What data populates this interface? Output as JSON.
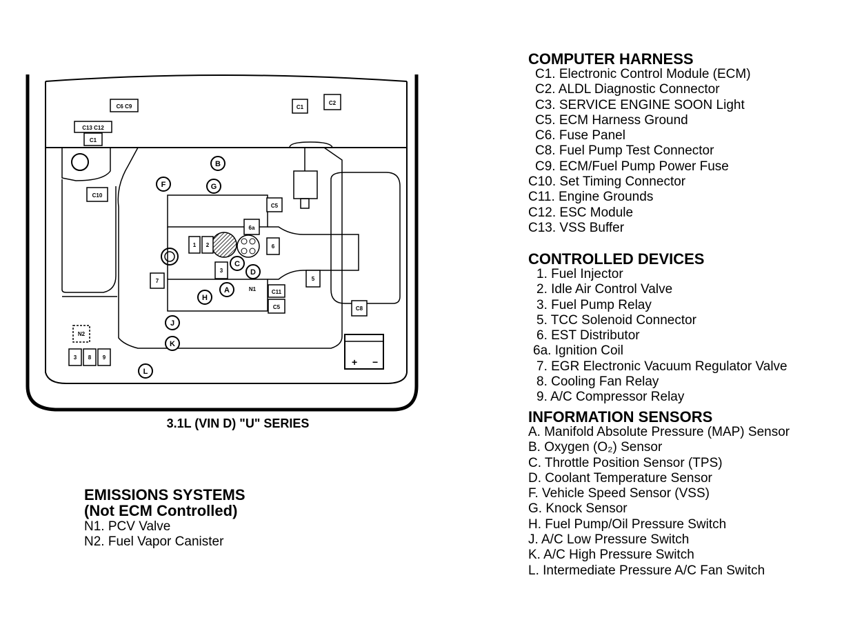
{
  "diagram": {
    "caption": "3.1L (VIN D) \"U\" SERIES",
    "box_labels": {
      "c6c9": "C6 C9",
      "c1_top": "C1",
      "c2": "C2",
      "c13c12": "C13 C12",
      "c1_left": "C1",
      "c10": "C10",
      "c5_top": "C5",
      "6a": "6a",
      "1": "1",
      "2": "2",
      "6": "6",
      "3_center": "3",
      "7": "7",
      "5": "5",
      "n1": "N1",
      "c11": "C11",
      "c5_bottom": "C5",
      "c8": "C8",
      "n2": "N2",
      "3": "3",
      "8": "8",
      "9": "9"
    },
    "circle_labels": {
      "B": "B",
      "F": "F",
      "G": "G",
      "C": "C",
      "D": "D",
      "A": "A",
      "H": "H",
      "J": "J",
      "K": "K",
      "L": "L"
    },
    "battery_plus": "+",
    "battery_minus": "−"
  },
  "computer_harness": {
    "heading": "COMPUTER HARNESS",
    "items": [
      "C1. Electronic Control Module (ECM)",
      "C2. ALDL Diagnostic Connector",
      "C3. SERVICE ENGINE SOON Light",
      "C5. ECM Harness Ground",
      "C6. Fuse Panel",
      "C8. Fuel Pump Test Connector",
      "C9. ECM/Fuel Pump Power Fuse",
      "C10. Set Timing Connector",
      "C11. Engine Grounds",
      "C12. ESC Module",
      "C13. VSS Buffer"
    ]
  },
  "controlled_devices": {
    "heading": "CONTROLLED DEVICES",
    "items": [
      "1. Fuel Injector",
      "2. Idle Air Control Valve",
      "3. Fuel Pump Relay",
      "5. TCC Solenoid Connector",
      "6. EST Distributor",
      "6a. Ignition Coil",
      "7. EGR Electronic Vacuum Regulator Valve",
      "8. Cooling Fan Relay",
      "9. A/C Compressor Relay"
    ]
  },
  "information_sensors": {
    "heading": "INFORMATION SENSORS",
    "items": [
      "A. Manifold Absolute Pressure (MAP) Sensor",
      "B. Oxygen (O₂) Sensor",
      "C. Throttle Position Sensor (TPS)",
      "D. Coolant Temperature Sensor",
      "F. Vehicle Speed Sensor (VSS)",
      "G. Knock Sensor",
      "H. Fuel Pump/Oil Pressure Switch",
      "J. A/C Low Pressure Switch",
      "K. A/C High Pressure Switch",
      "L. Intermediate Pressure A/C Fan Switch"
    ]
  },
  "emissions_systems": {
    "heading": "EMISSIONS SYSTEMS",
    "subheading": "(Not ECM Controlled)",
    "items": [
      "N1. PCV Valve",
      "N2. Fuel Vapor Canister"
    ]
  }
}
